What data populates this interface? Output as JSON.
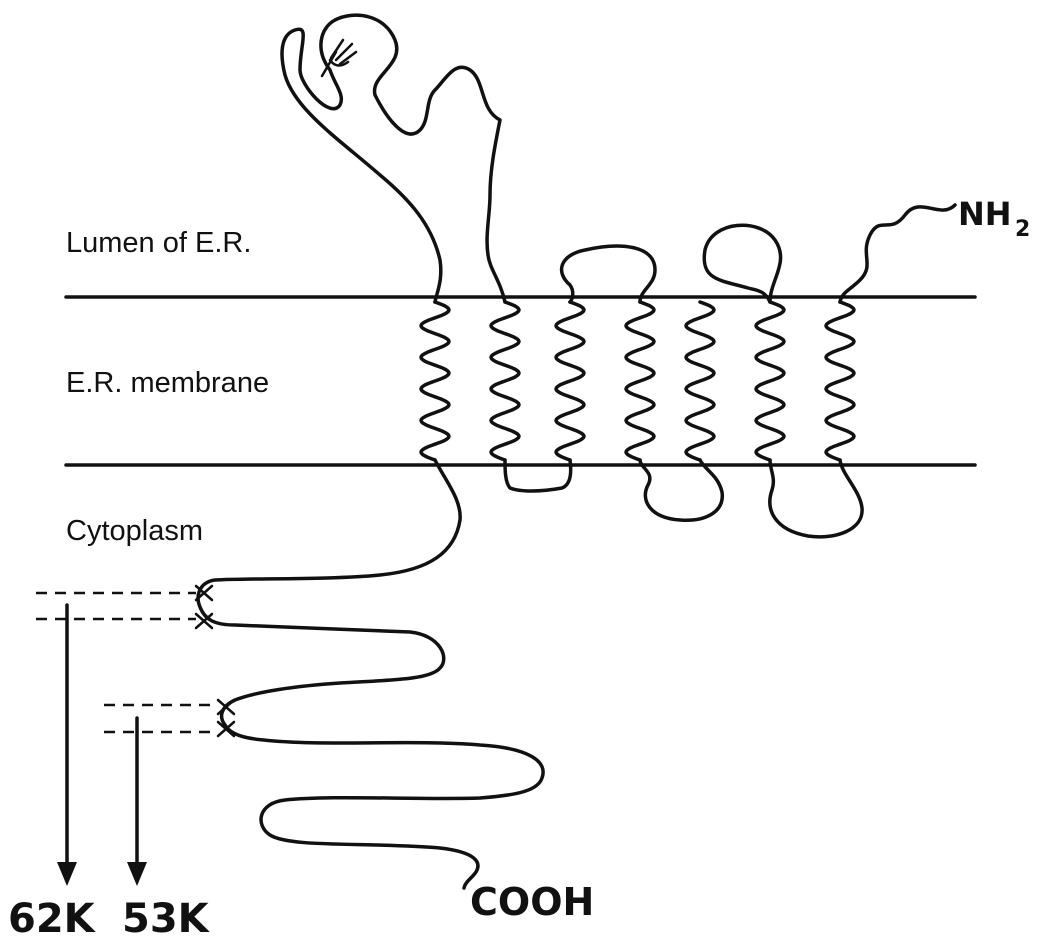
{
  "labels": {
    "lumen": "Lumen of E.R.",
    "membrane": "E.R. membrane",
    "cytoplasm": "Cytoplasm",
    "n_terminus": "NH",
    "n_terminus_sub": "2",
    "c_terminus": "COOH",
    "fragment_62k": "62K",
    "fragment_53k": "53K"
  },
  "structure": {
    "transmembrane_segments": 7,
    "cleavage_sites": 2
  }
}
